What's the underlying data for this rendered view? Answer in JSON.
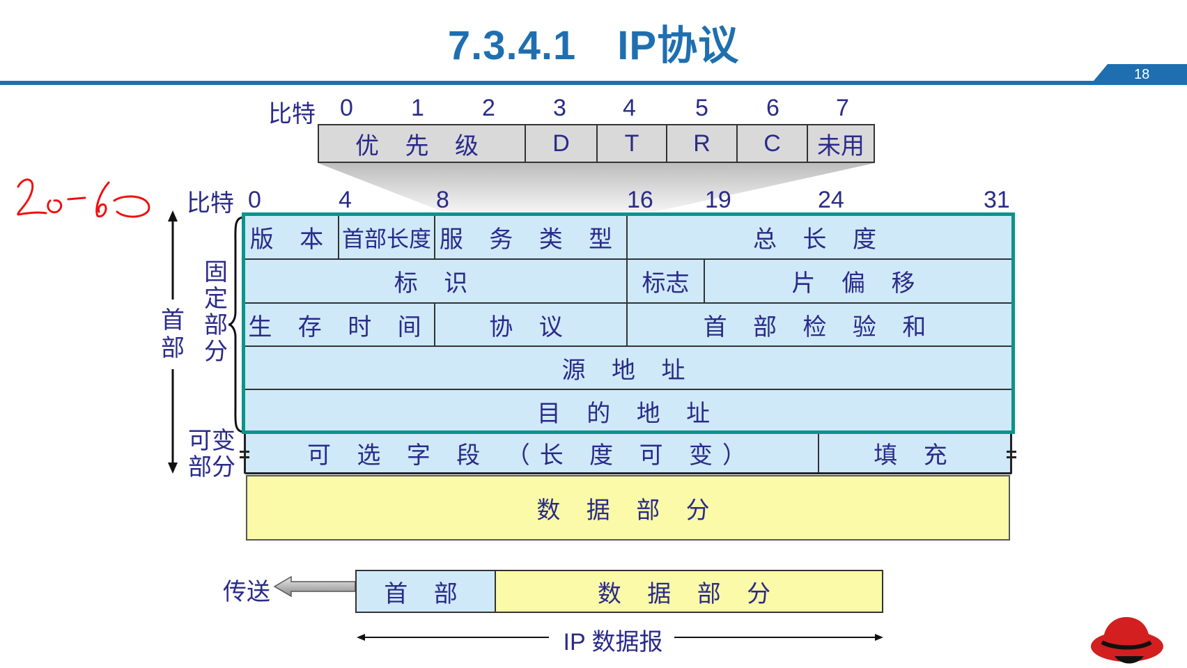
{
  "title": "7.3.4.1　IP协议",
  "page_number": "18",
  "handwritten_note": "20-60",
  "tos": {
    "bits_label": "比特",
    "bit_numbers": [
      "0",
      "1",
      "2",
      "3",
      "4",
      "5",
      "6",
      "7"
    ],
    "fields": [
      "优 先 级",
      "D",
      "T",
      "R",
      "C",
      "未用"
    ]
  },
  "header": {
    "bits_label": "比特",
    "bit_numbers": [
      "0",
      "4",
      "8",
      "16",
      "19",
      "24",
      "31"
    ],
    "side_header": "首部",
    "fixed_part": "固定部分",
    "variable_part": "可变部分",
    "row1": {
      "version": "版 本",
      "ihl": "首部长度",
      "service": "服 务 类 型",
      "total_length": "总  长  度"
    },
    "row2": {
      "identification": "标  识",
      "flags": "标志",
      "fragment_offset": "片  偏  移"
    },
    "row3": {
      "ttl": "生 存 时 间",
      "protocol": "协  议",
      "checksum": "首 部 检 验 和"
    },
    "row4": {
      "source": "源  地  址"
    },
    "row5": {
      "destination": "目  的  地  址"
    },
    "row6": {
      "options": "可 选 字 段 （长  度  可  变）",
      "padding": "填  充"
    },
    "data_part": "数   据   部   分"
  },
  "datagram": {
    "send_label": "传送",
    "header_label": "首  部",
    "data_label": "数   据   部   分",
    "span_label": "IP 数据报"
  },
  "colors": {
    "title": "#1f6fb0",
    "header_cell": "#cfe9f8",
    "data_cell": "#fafaa8",
    "tos_cell": "#d9d9d9",
    "highlight_border": "#0a948c",
    "handwriting": "#ee1111"
  },
  "logo": "redhat-logo"
}
